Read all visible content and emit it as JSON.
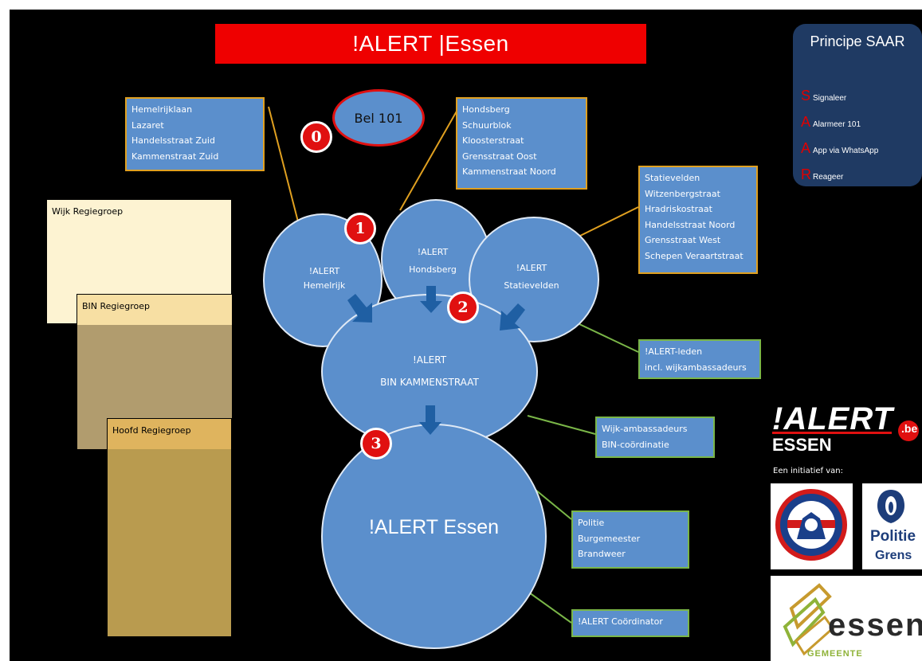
{
  "title": "!ALERT |Essen",
  "principle": {
    "title": "Principe SAAR",
    "items": [
      {
        "letter": "S",
        "word": "Signaleer"
      },
      {
        "letter": "A",
        "word": "Alarmeer 101"
      },
      {
        "letter": "A",
        "word": "App via WhatsApp"
      },
      {
        "letter": "R",
        "word": "Reageer"
      }
    ]
  },
  "call": {
    "badge": "0",
    "label": "Bel 101"
  },
  "badges": {
    "one": "1",
    "two": "2",
    "three": "3"
  },
  "streets": {
    "hemelrijk": [
      "Hemelrijklaan",
      "Lazaret",
      "Handelsstraat Zuid",
      "Kammenstraat Zuid"
    ],
    "hondsberg": [
      "Hondsberg",
      "Schuurblok",
      "Kloosterstraat",
      "Grensstraat Oost",
      "Kammenstraat Noord"
    ],
    "statievelden": [
      "Statievelden",
      "Witzenbergstraat",
      "Hradriskostraat",
      "Handelsstraat Noord",
      "Grensstraat West",
      "Schepen Veraartstraat"
    ]
  },
  "circles": {
    "hemelrijk": {
      "line1": "!ALERT",
      "line2": "Hemelrijk"
    },
    "hondsberg": {
      "line1": "!ALERT",
      "line2": "Hondsberg"
    },
    "statievelden": {
      "line1": "!ALERT",
      "line2": "Statievelden"
    },
    "bin": {
      "line1": "!ALERT",
      "line2": "BIN KAMMENSTRAAT"
    },
    "essen": {
      "label": "!ALERT Essen"
    }
  },
  "notes": {
    "members": [
      "!ALERT-leden",
      "incl. wijkambassadeurs"
    ],
    "ambassadors": [
      "Wijk-ambassadeurs",
      "BIN-coördinatie"
    ],
    "authorities": [
      "Politie",
      "Burgemeester",
      "Brandweer"
    ],
    "coordinator": [
      "!ALERT Coördinator"
    ]
  },
  "regiegroepen": {
    "wijk": "Wijk Regiegroep",
    "bin": "BIN Regiegroep",
    "hoofd": "Hoofd Regiegroep"
  },
  "logos": {
    "alert": "!ALERT",
    "be": ".be",
    "essen_caps": "ESSEN",
    "initiative": "Een initiatief van:",
    "politie": "Politie",
    "grens": "Grens",
    "gemeente_name": "essen",
    "gemeente_sub": "GEMEENTE"
  },
  "colors": {
    "accent_red": "#ef0000",
    "circle_blue": "#5b8fcc",
    "box_border_orange": "#e0a020",
    "box_border_green": "#7ab648",
    "saar_bg": "#1f3a63"
  }
}
